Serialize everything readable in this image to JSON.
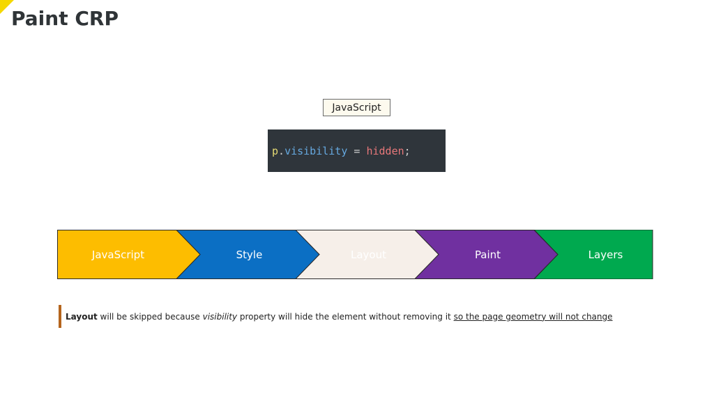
{
  "slide": {
    "title": "Paint CRP",
    "accent_color": "#f5d800"
  },
  "trigger": {
    "label": "JavaScript"
  },
  "code": {
    "object": "p",
    "dot": ".",
    "property": "visibility",
    "operator": " = ",
    "value": "hidden",
    "terminator": ";",
    "colors": {
      "object": "#e6db74",
      "dot": "#cfcfcf",
      "property": "#66a9e0",
      "operator": "#cfcfcf",
      "value": "#e8787a",
      "terminator": "#cfcfcf"
    }
  },
  "pipeline": {
    "stages": [
      {
        "label": "JavaScript",
        "fill": "#fdbd00",
        "text_color": "#ffffff",
        "skipped": false
      },
      {
        "label": "Style",
        "fill": "#0b6fc4",
        "text_color": "#ffffff",
        "skipped": false
      },
      {
        "label": "Layout",
        "fill": "#f6efe9",
        "text_color": "#ffffff",
        "skipped": true
      },
      {
        "label": "Paint",
        "fill": "#7030a0",
        "text_color": "#ffffff",
        "skipped": false
      },
      {
        "label": "Layers",
        "fill": "#00a94f",
        "text_color": "#ffffff",
        "skipped": false
      }
    ]
  },
  "note": {
    "bold": "Layout",
    "text1": " will be skipped because ",
    "italic": "visibility",
    "text2": " property will hide the element without removing it ",
    "underline": "so the page geometry will not change",
    "bar_color": "#b5651d"
  }
}
